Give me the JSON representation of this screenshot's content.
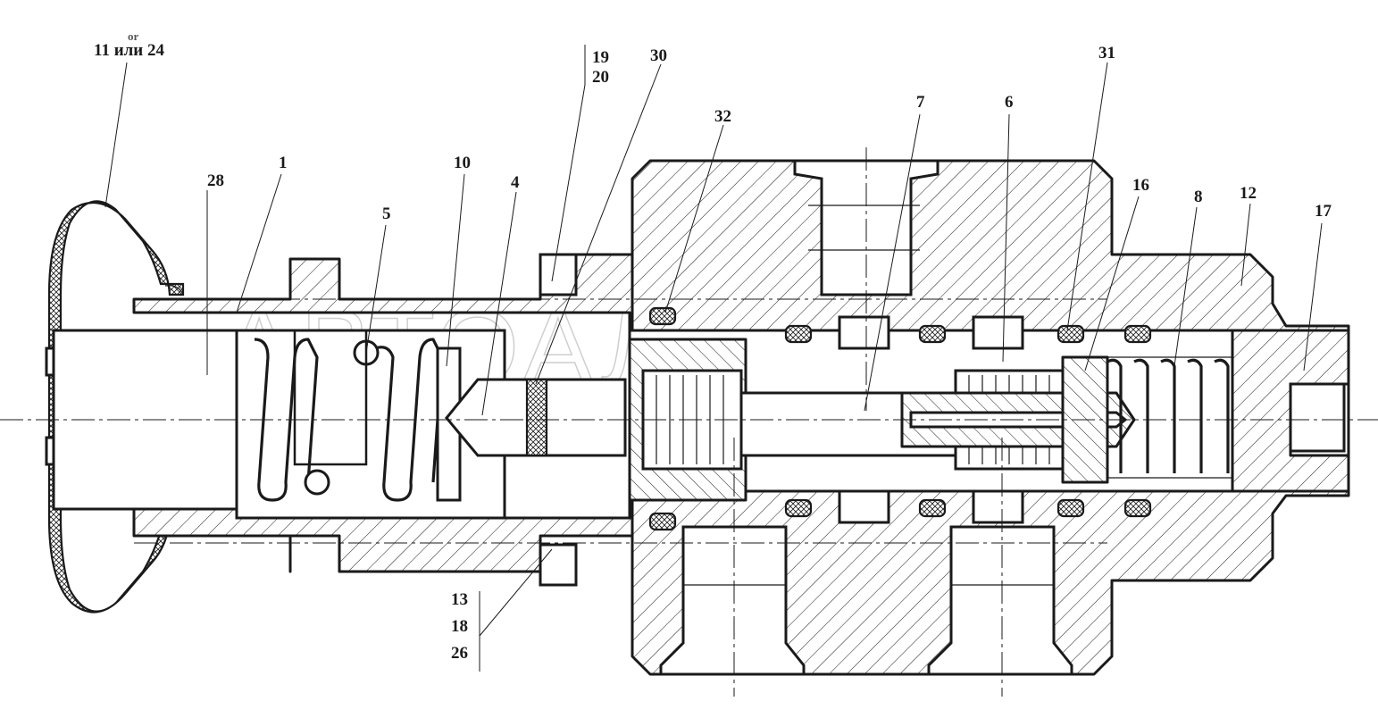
{
  "diagram": {
    "watermark": "АВТОАЛЬЯНС",
    "labels": {
      "p11_24": "11 или 24",
      "p11_24_or": "or",
      "p28": "28",
      "p1": "1",
      "p5": "5",
      "p10": "10",
      "p4": "4",
      "p19": "19",
      "p20": "20",
      "p30": "30",
      "p32": "32",
      "p7": "7",
      "p6": "6",
      "p31": "31",
      "p16": "16",
      "p8": "8",
      "p12": "12",
      "p17": "17",
      "p13": "13",
      "p18": "18",
      "p26": "26"
    }
  }
}
